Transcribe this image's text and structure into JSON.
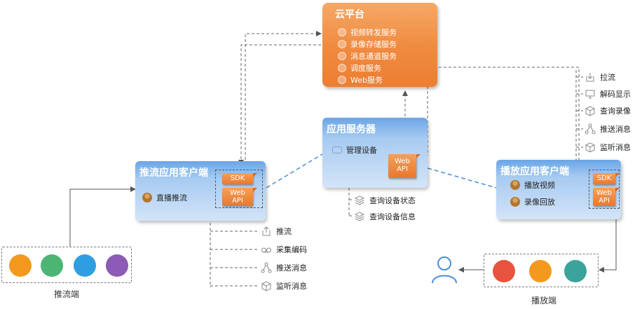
{
  "cloud": {
    "title": "云平台",
    "services": [
      "视频转发服务",
      "录像存储服务",
      "消息通道服务",
      "调度服务",
      "Web服务"
    ]
  },
  "app_server": {
    "title": "应用服务器",
    "manage": "管理设备",
    "tag": "Web\nAPI",
    "queries": [
      "查询设备状态",
      "查询设备信息"
    ]
  },
  "push_client": {
    "title": "推流应用客户端",
    "item": "直播推流",
    "tag_sdk": "SDK",
    "tag_api": "Web\nAPI",
    "functions": [
      "推流",
      "采集编码",
      "推送消息",
      "监听消息"
    ],
    "endpoint": "推流端"
  },
  "play_client": {
    "title": "播放应用客户端",
    "items": [
      "播放视频",
      "录像回放"
    ],
    "tag_sdk": "SDK",
    "tag_api": "Web\nAPI",
    "functions": [
      "拉流",
      "解码显示",
      "查询录像",
      "推送消息",
      "监听消息"
    ],
    "endpoint": "播放端"
  },
  "colors": {
    "cloud_orange": "#ef8a3f",
    "box_blue": "#6aa5e6",
    "tag_orange": "#e9782d",
    "push_devices": [
      "#f39a1e",
      "#4cb574",
      "#2f9ee0",
      "#8b5bb5"
    ],
    "play_devices": [
      "#e8533f",
      "#f39a1e",
      "#3aa39c"
    ],
    "user": "#4a8fd6"
  }
}
